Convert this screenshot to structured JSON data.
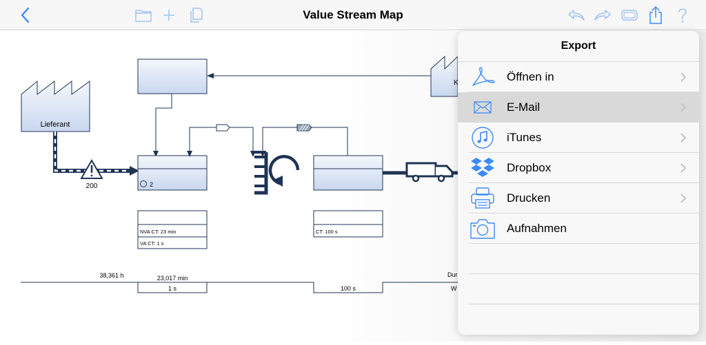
{
  "toolbar": {
    "title": "Value Stream Map"
  },
  "diagram": {
    "supplier_label": "Lieferant",
    "inventory_qty": "200",
    "process1_badge": "2",
    "process1_info": [
      "NVA CT: 23 min",
      "VA CT: 1 s"
    ],
    "process2_info": [
      "CT: 100 s"
    ],
    "timeline": {
      "wait1": "38,361 h",
      "wait2": "23,017 min",
      "va1": "1 s",
      "va2": "100 s",
      "partial_right_top": "Dur",
      "partial_right_bottom": "W"
    },
    "customer_partial": "K"
  },
  "export_popover": {
    "title": "Export",
    "items": [
      {
        "label": "Öffnen in",
        "icon": "pdf-icon",
        "has_chevron": true,
        "selected": false
      },
      {
        "label": "E-Mail",
        "icon": "mail-icon",
        "has_chevron": true,
        "selected": true
      },
      {
        "label": "iTunes",
        "icon": "itunes-icon",
        "has_chevron": true,
        "selected": false
      },
      {
        "label": "Dropbox",
        "icon": "dropbox-icon",
        "has_chevron": true,
        "selected": false
      },
      {
        "label": "Drucken",
        "icon": "printer-icon",
        "has_chevron": true,
        "selected": false
      },
      {
        "label": "Aufnahmen",
        "icon": "camera-icon",
        "has_chevron": false,
        "selected": false
      }
    ]
  },
  "colors": {
    "accent": "#3d8af7",
    "shape_fill": "#dbe5f5",
    "shape_stroke": "#1f3354",
    "selected_row": "#d9d9d9"
  }
}
